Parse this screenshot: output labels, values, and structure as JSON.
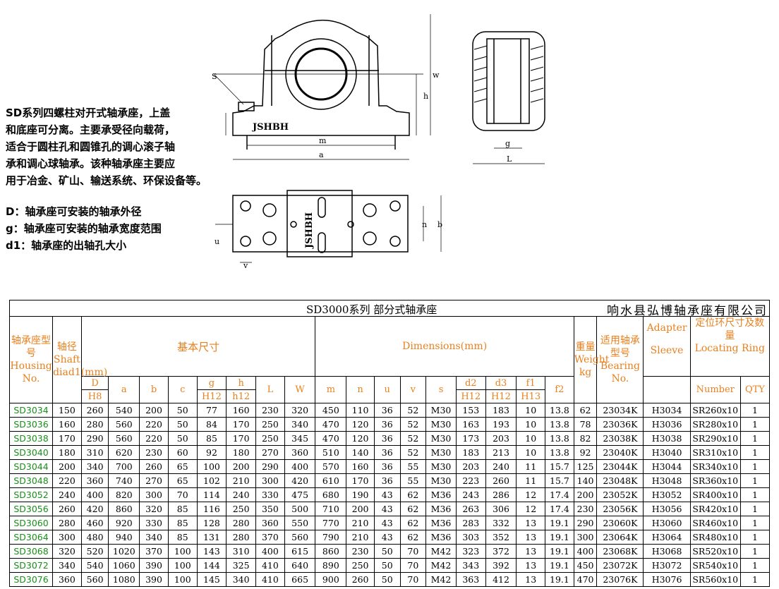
{
  "description": {
    "lines": [
      "SD系列四螺柱对开式轴承座，上盖",
      "和底座可分离。主要承受径向载荷，",
      "适合于圆柱孔和圆锥孔的调心滚子轴",
      "承和调心球轴承。该种轴承座主要应",
      "用于冶金、矿山、输送系统、环保设备等。"
    ],
    "notes": [
      "D：轴承座可安装的轴承外径",
      "g：轴承座可安装的轴承宽度范围",
      "d1：轴承座的出轴孔大小"
    ]
  },
  "drawing": {
    "brand": "JSHBH",
    "dim_labels": {
      "s": "S",
      "h": "h",
      "w": "w",
      "m": "m",
      "a": "a",
      "g": "g",
      "L": "L",
      "n": "n",
      "b": "b",
      "u": "u",
      "v": "v"
    }
  },
  "table": {
    "title": "SD3000系列  部分式轴承座",
    "company": "响水县弘博轴承座有限公司",
    "h_model": "轴承座型号Housing No.",
    "h_shaft": "轴径Shaft diad1(mm)",
    "h_basic": "基本尺寸",
    "h_dims": "Dimensions(mm)",
    "h_weight": "重量Weight kg",
    "h_bearing": "适用轴承型号Bearing No.",
    "h_adapter": "Adapter",
    "h_sleeve": "Sleeve",
    "h_ring": "定位环尺寸及数量",
    "h_ring_en": "Locating Ring",
    "h_number": "Number",
    "h_qty": "QTY",
    "cols": {
      "D": "D",
      "H8": "H8",
      "a": "a",
      "b": "b",
      "c": "c",
      "g": "g",
      "gH12": "H12",
      "h": "h",
      "hh12": "h12",
      "L": "L",
      "W": "W",
      "m": "m",
      "n": "n",
      "u": "u",
      "v": "v",
      "s": "s",
      "d2": "d2",
      "d2H12": "H12",
      "d3": "d3",
      "d3H12": "H12",
      "f1": "f1",
      "f1H13": "H13",
      "f2": "f2"
    },
    "rows": [
      [
        "SD3034",
        "150",
        "260",
        "540",
        "200",
        "50",
        "77",
        "160",
        "230",
        "320",
        "450",
        "110",
        "36",
        "52",
        "M30",
        "153",
        "183",
        "10",
        "13.8",
        "62",
        "23034K",
        "H3034",
        "SR260x10",
        "1"
      ],
      [
        "SD3036",
        "160",
        "280",
        "560",
        "220",
        "50",
        "84",
        "170",
        "250",
        "340",
        "470",
        "120",
        "36",
        "52",
        "M30",
        "163",
        "193",
        "10",
        "13.8",
        "78",
        "23036K",
        "H3036",
        "SR280x10",
        "1"
      ],
      [
        "SD3038",
        "170",
        "290",
        "560",
        "220",
        "50",
        "85",
        "170",
        "250",
        "345",
        "470",
        "120",
        "36",
        "52",
        "M30",
        "173",
        "203",
        "10",
        "13.8",
        "82",
        "23038K",
        "H3038",
        "SR290x10",
        "1"
      ],
      [
        "SD3040",
        "180",
        "310",
        "620",
        "230",
        "60",
        "92",
        "180",
        "270",
        "360",
        "510",
        "140",
        "36",
        "52",
        "M30",
        "183",
        "213",
        "10",
        "13.8",
        "92",
        "23040K",
        "H3040",
        "SR310x10",
        "1"
      ],
      [
        "SD3044",
        "200",
        "340",
        "700",
        "260",
        "65",
        "100",
        "200",
        "290",
        "400",
        "570",
        "160",
        "36",
        "55",
        "M30",
        "203",
        "240",
        "11",
        "15.7",
        "125",
        "23044K",
        "H3044",
        "SR340x10",
        "1"
      ],
      [
        "SD3048",
        "220",
        "360",
        "740",
        "270",
        "65",
        "102",
        "210",
        "300",
        "420",
        "610",
        "170",
        "36",
        "55",
        "M30",
        "223",
        "260",
        "11",
        "15.7",
        "140",
        "23048K",
        "H3048",
        "SR360x10",
        "1"
      ],
      [
        "SD3052",
        "240",
        "400",
        "820",
        "300",
        "70",
        "114",
        "240",
        "330",
        "475",
        "680",
        "190",
        "43",
        "62",
        "M36",
        "243",
        "286",
        "12",
        "17.4",
        "200",
        "23052K",
        "H3052",
        "SR400x10",
        "1"
      ],
      [
        "SD3056",
        "260",
        "420",
        "860",
        "320",
        "85",
        "116",
        "250",
        "350",
        "500",
        "710",
        "200",
        "43",
        "62",
        "M36",
        "263",
        "306",
        "12",
        "17.4",
        "230",
        "23056K",
        "H3056",
        "SR420x10",
        "1"
      ],
      [
        "SD3060",
        "280",
        "460",
        "920",
        "330",
        "85",
        "128",
        "280",
        "360",
        "550",
        "770",
        "210",
        "43",
        "62",
        "M36",
        "283",
        "332",
        "13",
        "19.1",
        "290",
        "23060K",
        "H3060",
        "SR460x10",
        "1"
      ],
      [
        "SD3064",
        "300",
        "480",
        "940",
        "340",
        "85",
        "131",
        "280",
        "370",
        "560",
        "790",
        "210",
        "43",
        "62",
        "M36",
        "303",
        "352",
        "13",
        "19.1",
        "300",
        "23064K",
        "H3064",
        "SR480x10",
        "1"
      ],
      [
        "SD3068",
        "320",
        "520",
        "1020",
        "370",
        "100",
        "143",
        "310",
        "400",
        "615",
        "860",
        "230",
        "50",
        "70",
        "M42",
        "323",
        "372",
        "13",
        "19.1",
        "400",
        "23068K",
        "H3068",
        "SR520x10",
        "1"
      ],
      [
        "SD3072",
        "340",
        "540",
        "1060",
        "390",
        "100",
        "144",
        "325",
        "410",
        "640",
        "890",
        "250",
        "50",
        "70",
        "M42",
        "343",
        "392",
        "13",
        "19.1",
        "450",
        "23072K",
        "H3072",
        "SR540x10",
        "1"
      ],
      [
        "SD3076",
        "360",
        "560",
        "1080",
        "390",
        "100",
        "145",
        "340",
        "410",
        "665",
        "900",
        "260",
        "50",
        "70",
        "M42",
        "363",
        "412",
        "13",
        "19.1",
        "470",
        "23076K",
        "H3076",
        "SR560x10",
        "1"
      ]
    ]
  }
}
